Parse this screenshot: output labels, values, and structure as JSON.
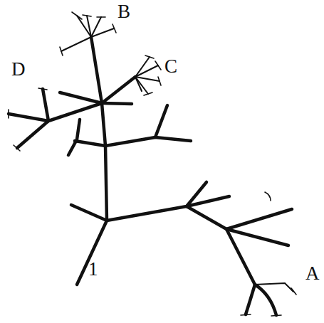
{
  "diagram": {
    "labels": [
      "B",
      "D",
      "C",
      "1",
      "A"
    ]
  }
}
